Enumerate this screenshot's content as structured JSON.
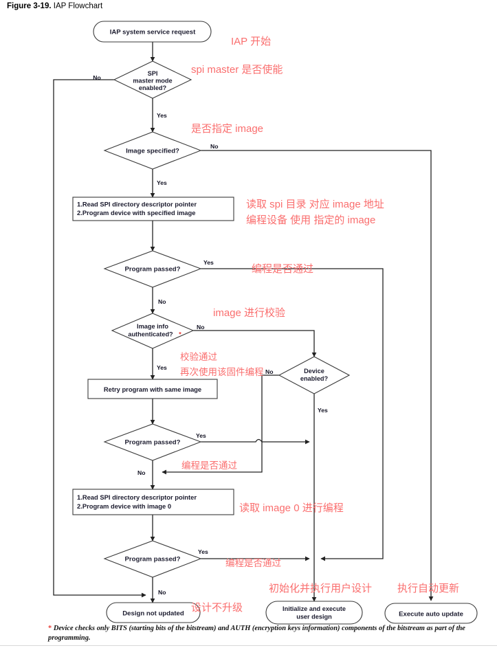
{
  "caption": {
    "number": "Figure 3-19.",
    "title": "IAP Flowchart"
  },
  "nodes": {
    "start": "IAP system service request",
    "spi_master": [
      "SPI",
      "master mode",
      "enabled?"
    ],
    "image_specified": "Image specified?",
    "proc_read_specified": [
      "1.Read SPI directory descriptor pointer",
      "2.Program device with specified image"
    ],
    "program_passed_1": "Program passed?",
    "image_info_auth": [
      "Image info",
      "authenticated?"
    ],
    "image_info_auth_star": "*",
    "device_enabled": [
      "Device",
      "enabled?"
    ],
    "retry_program": "Retry program with same image",
    "program_passed_2": "Program passed?",
    "proc_read_image0": [
      "1.Read SPI directory descriptor pointer",
      "2.Program device with image 0"
    ],
    "program_passed_3": "Program passed?",
    "design_not_updated": "Design not updated",
    "initialize_execute": [
      "Initialize and execute",
      "user design"
    ],
    "execute_auto_update": "Execute auto update"
  },
  "edge_labels": {
    "spi_no": "No",
    "spi_yes": "Yes",
    "image_spec_no": "No",
    "image_spec_yes": "Yes",
    "pp1_yes": "Yes",
    "pp1_no": "No",
    "auth_no": "No",
    "auth_yes": "Yes",
    "device_no": "No",
    "device_yes": "Yes",
    "pp2_yes": "Yes",
    "pp2_no": "No",
    "pp3_yes": "Yes",
    "pp3_no": "No"
  },
  "annotations": {
    "iap_start": "IAP 开始",
    "spi_master_enable": "spi master 是否使能",
    "image_specified": "是否指定 image",
    "read_spi_line1": "读取 spi 目录 对应 image 地址",
    "read_spi_line2": "编程设备 使用 指定的 image",
    "program_pass_1": "编程是否通过",
    "image_verify": "image 进行校验",
    "verify_pass_line1": "校验通过",
    "verify_pass_line2": "再次使用该固件编程",
    "program_pass_2": "编程是否通过",
    "read_image0": "读取 image 0 进行编程",
    "program_pass_3": "编程是否通过",
    "design_not_upgraded": "设计不升级",
    "init_user_design": "初始化并执行用户设计",
    "exec_auto_update": "执行自动更新"
  },
  "footnote": {
    "marker": "*",
    "text": "Device checks only BITS (starting bits of the bitstream) and AUTH (encryption keys information) components of the bitstream as part of the programming."
  },
  "colors": {
    "annotation": "#fa6e6e",
    "shape_stroke": "#3a3a3a",
    "connector": "#222222",
    "node_text": "#1b1b2e",
    "star": "#e8403a"
  }
}
